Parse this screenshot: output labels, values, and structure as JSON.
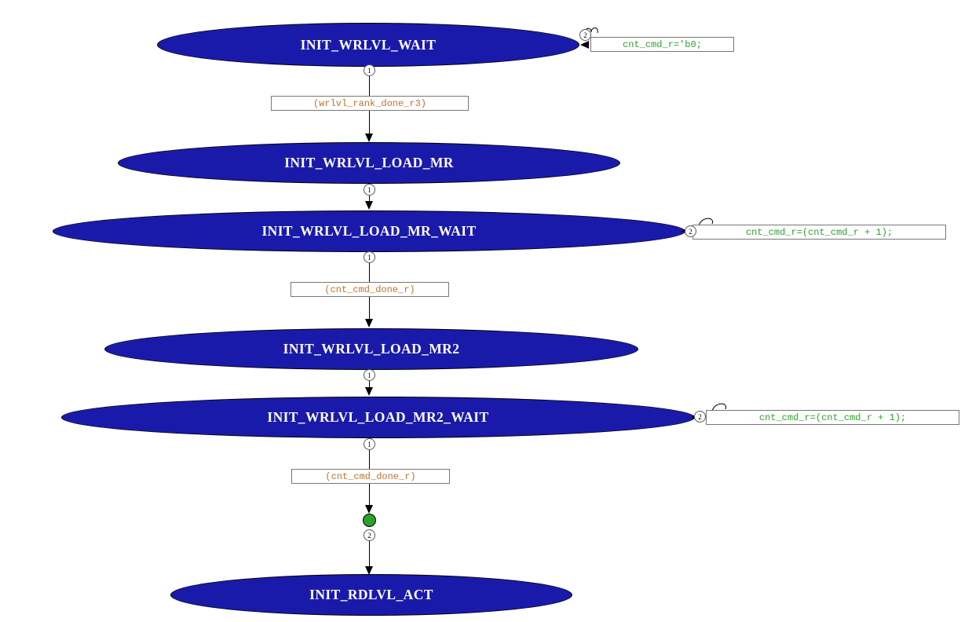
{
  "colors": {
    "state_fill": "#1a1aaa",
    "state_text": "#ffffff",
    "condition_text": "#c0722c",
    "action_text": "#2ca32c",
    "junction_fill": "#29a329",
    "box_border": "#777777"
  },
  "states": [
    {
      "label": "INIT_WRLVL_WAIT"
    },
    {
      "label": "INIT_WRLVL_LOAD_MR"
    },
    {
      "label": "INIT_WRLVL_LOAD_MR_WAIT"
    },
    {
      "label": "INIT_WRLVL_LOAD_MR2"
    },
    {
      "label": "INIT_WRLVL_LOAD_MR2_WAIT"
    },
    {
      "label": "INIT_RDLVL_ACT"
    }
  ],
  "transitions": [
    {
      "from": "INIT_WRLVL_WAIT",
      "to": "INIT_WRLVL_LOAD_MR",
      "priority": "1",
      "condition": "(wrlvl_rank_done_r3)"
    },
    {
      "from": "INIT_WRLVL_LOAD_MR",
      "to": "INIT_WRLVL_LOAD_MR_WAIT",
      "priority": "1"
    },
    {
      "from": "INIT_WRLVL_LOAD_MR_WAIT",
      "to": "INIT_WRLVL_LOAD_MR2",
      "priority": "1",
      "condition": "(cnt_cmd_done_r)"
    },
    {
      "from": "INIT_WRLVL_LOAD_MR2",
      "to": "INIT_WRLVL_LOAD_MR2_WAIT",
      "priority": "1"
    },
    {
      "from": "INIT_WRLVL_LOAD_MR2_WAIT",
      "to": "INIT_RDLVL_ACT",
      "priority": "1",
      "condition": "(cnt_cmd_done_r)",
      "junction_priority": "2"
    }
  ],
  "self_loops": [
    {
      "state": "INIT_WRLVL_WAIT",
      "priority": "2",
      "action": "cnt_cmd_r='b0;"
    },
    {
      "state": "INIT_WRLVL_LOAD_MR_WAIT",
      "priority": "2",
      "action": "cnt_cmd_r=(cnt_cmd_r + 1);"
    },
    {
      "state": "INIT_WRLVL_LOAD_MR2_WAIT",
      "priority": "2",
      "action": "cnt_cmd_r=(cnt_cmd_r + 1);"
    }
  ]
}
